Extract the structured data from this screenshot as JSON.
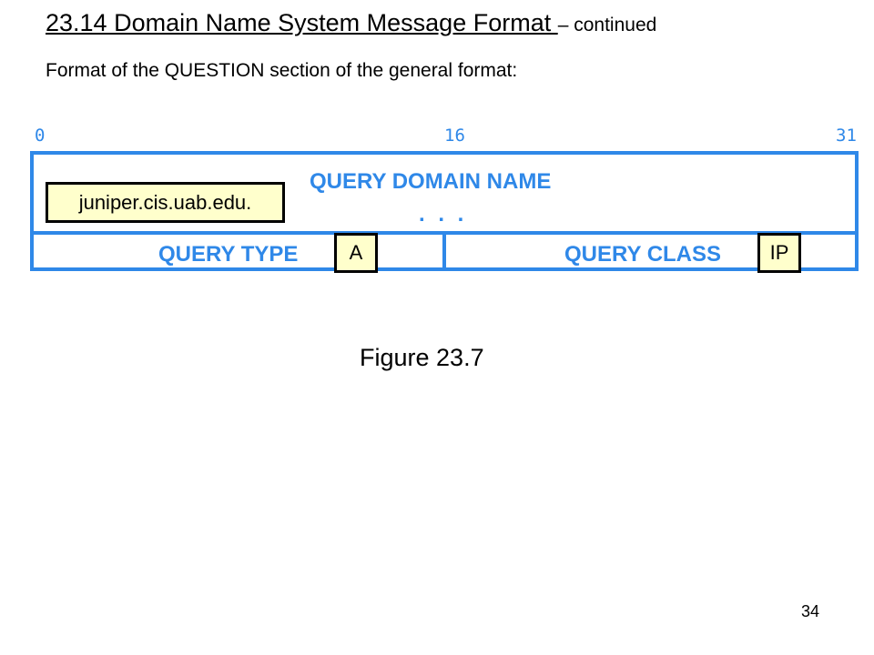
{
  "slide": {
    "title_section": "23.14 Domain Name System Message Format ",
    "title_continued": "– continued",
    "subtitle": "Format of the QUESTION section of the general format:",
    "figure_caption": "Figure 23.7",
    "page_number": "34"
  },
  "diagram": {
    "bit_labels": {
      "start": "0",
      "middle": "16",
      "end": "31"
    },
    "fields": {
      "query_domain_name": "QUERY DOMAIN NAME",
      "ellipsis": ". . .",
      "query_type": "QUERY TYPE",
      "query_class": "QUERY CLASS"
    },
    "values": {
      "domain_name": "juniper.cis.uab.edu.",
      "type": "A",
      "class": "IP"
    },
    "colors": {
      "field_blue": "#2f88e8",
      "value_box_bg": "#ffffcc"
    }
  }
}
